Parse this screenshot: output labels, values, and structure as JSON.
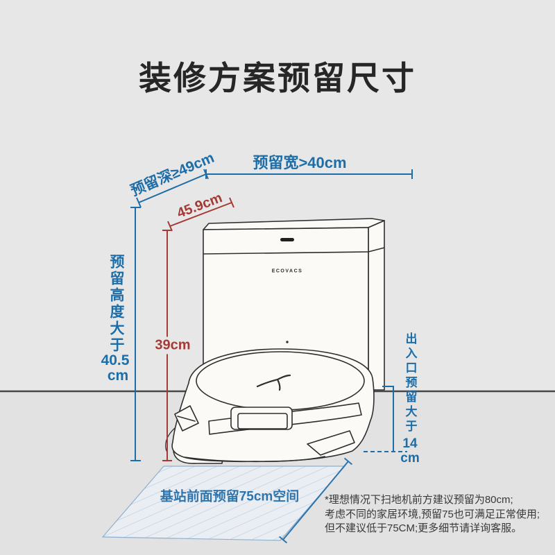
{
  "title": "装修方案预留尺寸",
  "labels": {
    "depth": "预留深≥49cm",
    "width": "预留宽>40cm",
    "height_text": "预留高度大于",
    "height_value": "40.5",
    "height_unit": "cm",
    "dock_width": "45.9cm",
    "dock_height": "39cm",
    "entrance_text": "出入口预留大于",
    "entrance_value": "14",
    "entrance_unit": "cm",
    "front_space": "基站前面预留75cm空间"
  },
  "device": {
    "brand": "ECOVACS"
  },
  "footnote": {
    "line1": "*理想情况下扫地机前方建议预留为80cm;",
    "line2": "考虑不同的家居环境,预留75也可满足正常使用;",
    "line3": "但不建议低于75CM;更多细节请详询客服。"
  },
  "colors": {
    "dimension_blue": "#1d6da8",
    "dimension_red": "#a43a35",
    "ink": "#2e2e2e",
    "background": "#e7e7e7",
    "floor": "#e2e2e2",
    "hatch_blue": "#a9c5e0"
  }
}
